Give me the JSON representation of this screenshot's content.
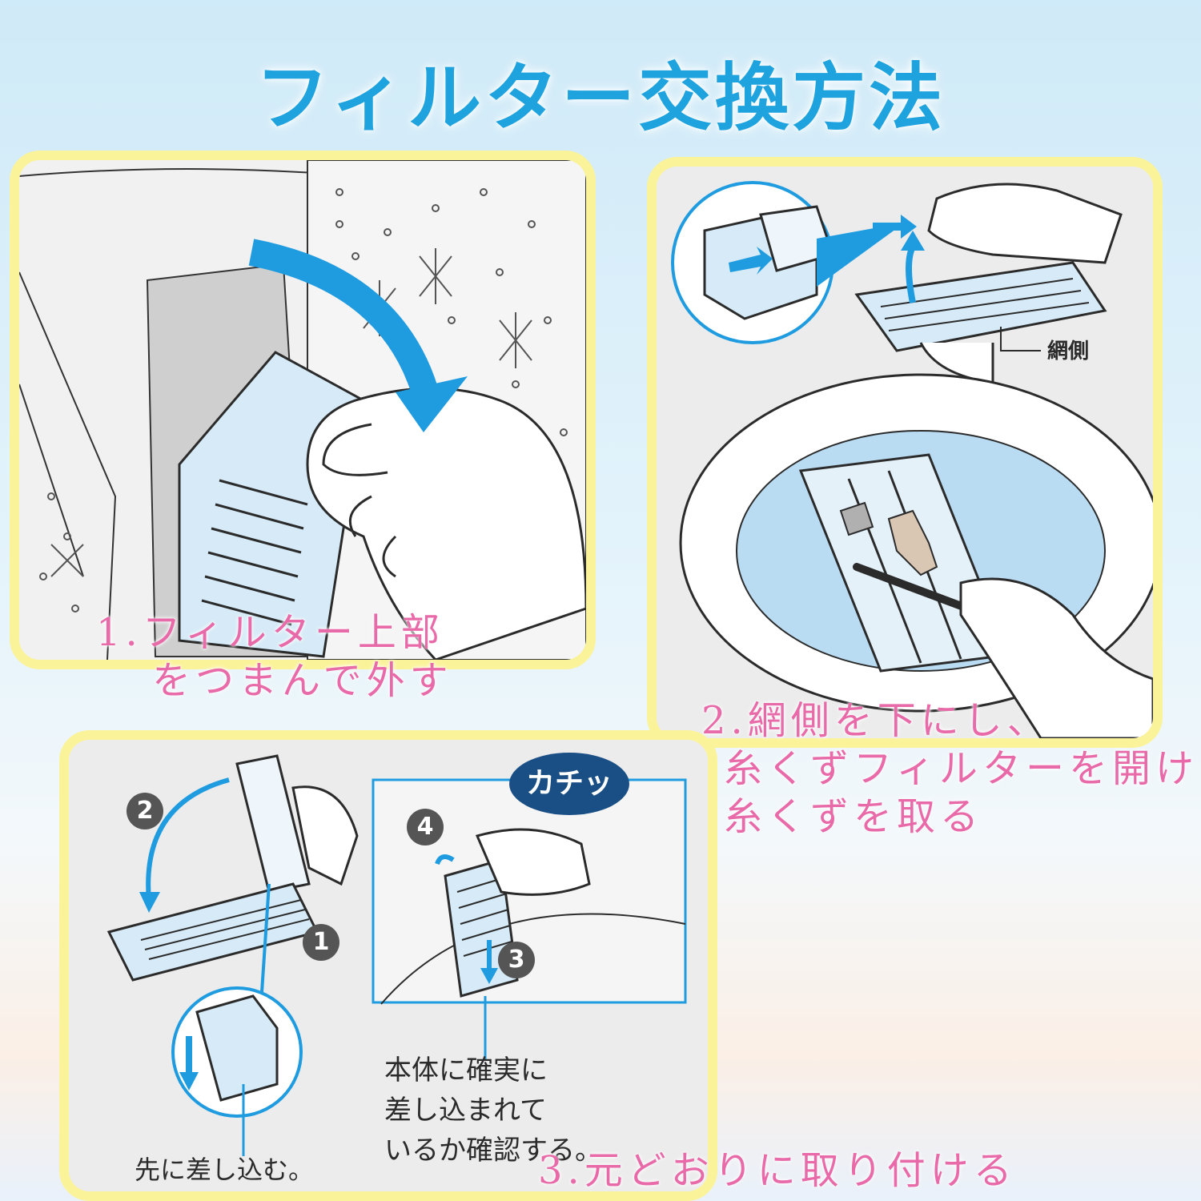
{
  "title": "フィルター交換方法",
  "steps": [
    {
      "caption_line1": "1.フィルター上部",
      "caption_line2": "をつまんで外す"
    },
    {
      "caption_line1": "2.網側を下にし、",
      "caption_line2": "糸くずフィルターを開け",
      "caption_line3": "糸くずを取る",
      "label_net": "網側"
    },
    {
      "caption": "3.元どおりに取り付ける",
      "label_insert_first": "先に差し込む。",
      "label_confirm_line1": "本体に確実に",
      "label_confirm_line2": "差し込まれて",
      "label_confirm_line3": "いるか確認する。",
      "sound": "カチッ",
      "badges": [
        "1",
        "2",
        "3",
        "4"
      ]
    }
  ],
  "colors": {
    "title": "#1fa3df",
    "caption": "#e86aa8",
    "panel_border": "#fbf39a",
    "arrow": "#1f9be0",
    "filter": "#d6ebf7",
    "water": "#b9dcf2",
    "kachi_bubble": "#1a4f86"
  }
}
